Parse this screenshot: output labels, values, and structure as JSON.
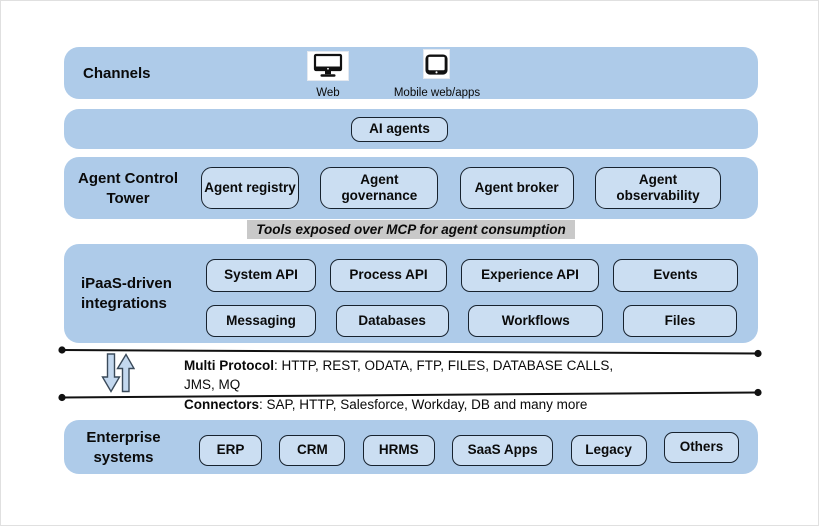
{
  "colors": {
    "band_fill": "#aecbe9",
    "chip_fill": "#cbdef2",
    "chip_border": "#17222e",
    "caption_bg": "#c9c9c9",
    "line_color": "#111111",
    "arrow_fill": "#c3d8ef"
  },
  "channels": {
    "label": "Channels",
    "items": [
      {
        "icon": "monitor-icon",
        "label": "Web"
      },
      {
        "icon": "mobile-icon",
        "label": "Mobile web/apps"
      }
    ]
  },
  "ai_agents": {
    "label": "AI agents"
  },
  "agent_control_tower": {
    "label_line1": "Agent Control",
    "label_line2": "Tower",
    "items": [
      "Agent registry",
      "Agent governance",
      "Agent broker",
      "Agent observability"
    ]
  },
  "tools_caption": "Tools exposed over MCP for agent consumption",
  "ipaas": {
    "label_line1": "iPaaS-driven",
    "label_line2": "integrations",
    "row1": [
      "System API",
      "Process API",
      "Experience API",
      "Events"
    ],
    "row2": [
      "Messaging",
      "Databases",
      "Workflows",
      "Files"
    ]
  },
  "protocol": {
    "multi_protocol_label": "Multi Protocol",
    "multi_protocol_rest": ": HTTP, REST, ODATA, FTP, FILES, DATABASE CALLS,",
    "multi_protocol_line2": "JMS, MQ",
    "connectors_label": "Connectors",
    "connectors_rest": ": SAP, HTTP, Salesforce, Workday, DB and many more"
  },
  "enterprise": {
    "label_line1": "Enterprise",
    "label_line2": "systems",
    "items": [
      "ERP",
      "CRM",
      "HRMS",
      "SaaS Apps",
      "Legacy",
      "Others"
    ]
  }
}
